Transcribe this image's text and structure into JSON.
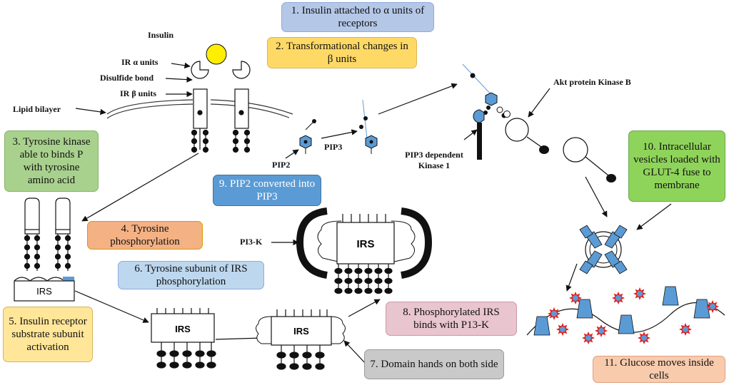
{
  "colors": {
    "lavender": "#b4c7e7",
    "yellow": "#ffd966",
    "green": "#a9d18e",
    "green_bright": "#8fd45a",
    "blue_dark": "#5b9bd5",
    "salmon": "#f4b183",
    "light_blue": "#bdd7ee",
    "orange_light": "#ffe699",
    "pink": "#e8c5cf",
    "gray": "#c9c9c9",
    "peach": "#f8cbad",
    "insulin": "#ffee00",
    "receptor_blue": "#5b9bd5"
  },
  "steps": {
    "s1": "1. Insulin attached to α units of receptors",
    "s2": "2. Transformational changes in β units",
    "s3": "3. Tyrosine kinase able to binds P with tyrosine amino acid",
    "s4": "4. Tyrosine phosphorylation",
    "s5": "5. Insulin receptor substrate subunit activation",
    "s6": "6. Tyrosine subunit of IRS phosphorylation",
    "s7": "7. Domain hands on both side",
    "s8": "8. Phosphorylated IRS binds with P13-K",
    "s9": "9. PIP2 converted into PIP3",
    "s10": "10. Intracellular vesicles loaded with GLUT-4 fuse to membrane",
    "s11": "11. Glucose moves inside cells"
  },
  "labels": {
    "insulin": "Insulin",
    "ir_alpha": "IR α units",
    "disulfide": "Disulfide bond",
    "ir_beta": "IR β units",
    "lipid": "Lipid bilayer",
    "pip2": "PIP2",
    "pip3": "PIP3",
    "pi3k": "PI3-K",
    "akt": "Akt protein Kinase B",
    "pdk1": "PIP3 dependent Kinase 1",
    "irs": "IRS"
  }
}
